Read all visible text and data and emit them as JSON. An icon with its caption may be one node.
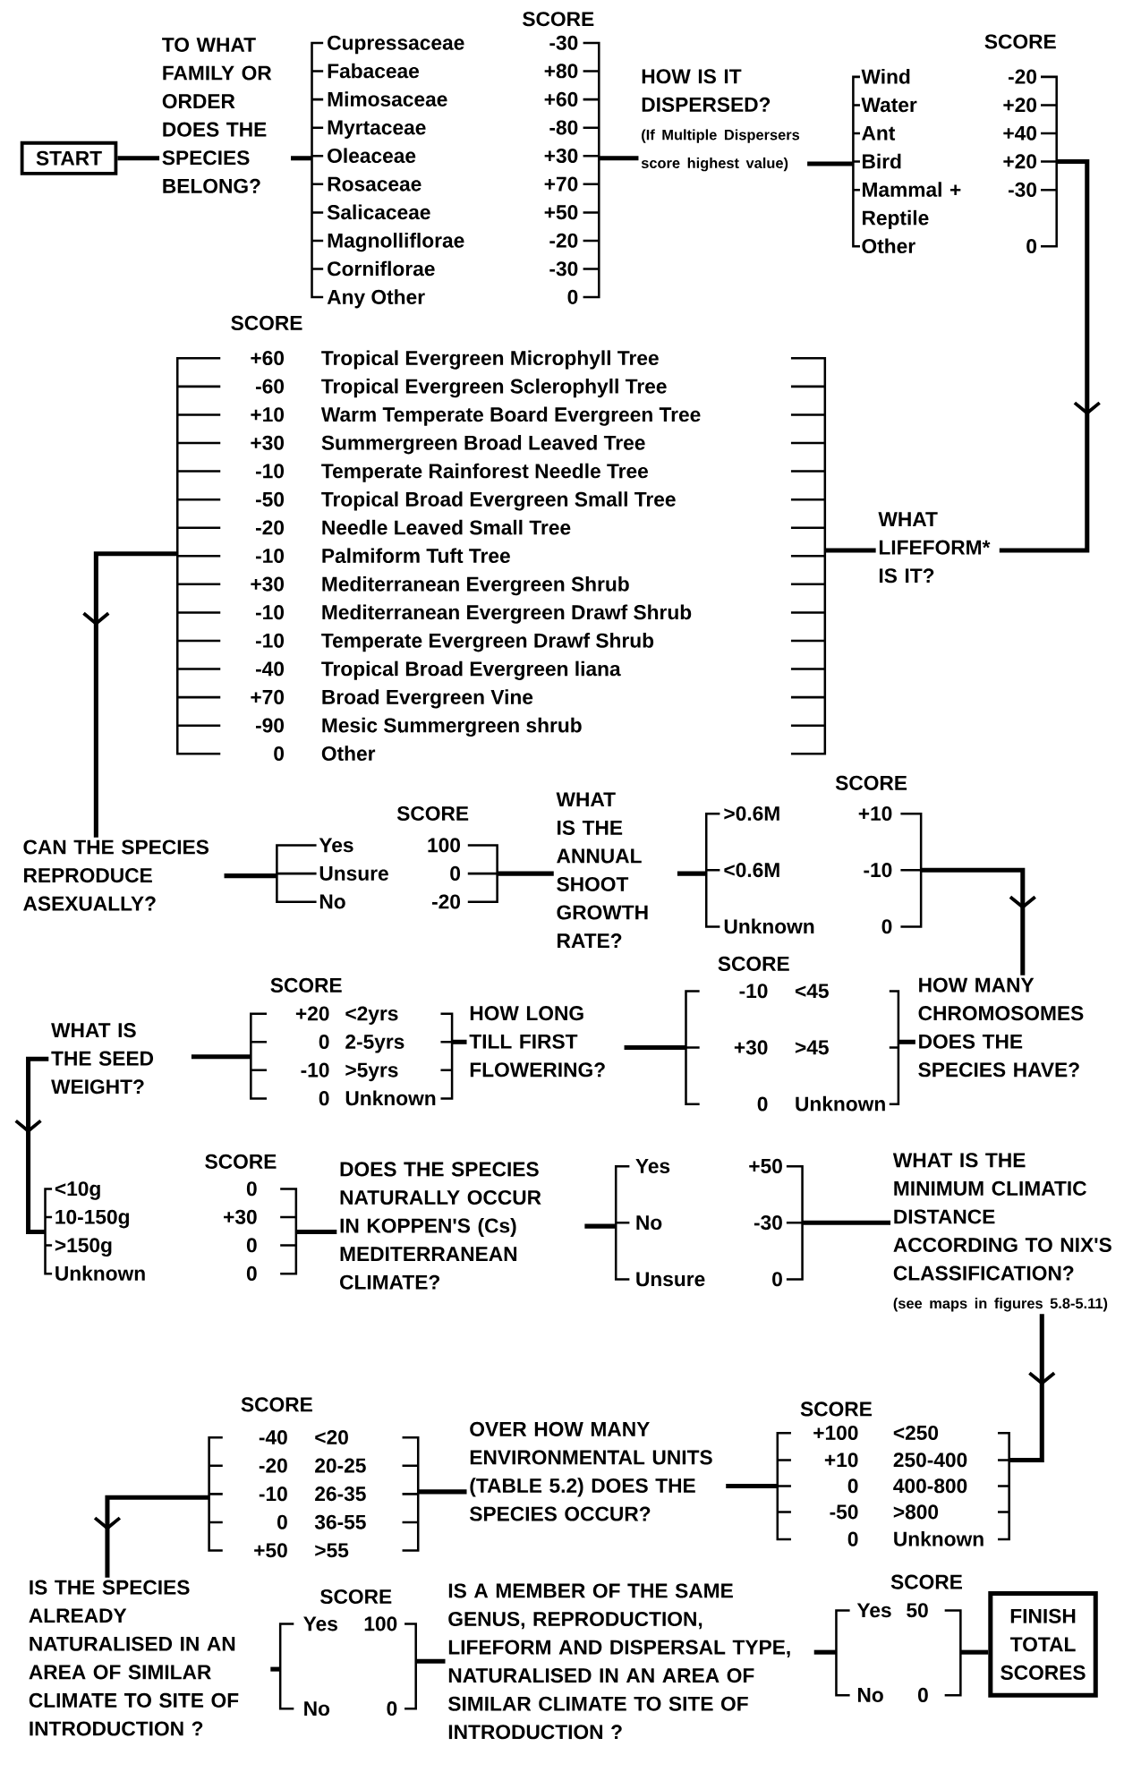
{
  "diagram": {
    "nodes": [
      {
        "text": [
          "START"
        ]
      },
      {
        "text": [
          "TO WHAT FAMILY OR ORDER DOES THE SPECIES BELONG?"
        ]
      },
      {
        "text": [
          "SCORE",
          "Cupressaceae",
          "-30",
          "Fabaceae",
          "+80",
          "Mimosaceae",
          "+60",
          "Myrtaceae",
          "-80",
          "Oleaceae",
          "+30",
          "Rosaceae",
          "+70",
          "Salicaceae",
          "+50",
          "Magnolliflorae",
          "-20",
          "Corniflorae",
          "-30",
          "Any Other",
          "0"
        ]
      },
      {
        "text": [
          "HOW IS IT DISPERSED?",
          "(If Multiple Dispersers score highest value)"
        ]
      },
      {
        "text": [
          "SCORE",
          "Wind",
          "-20",
          "Water",
          "+20",
          "Ant",
          "+40",
          "Bird",
          "+20",
          "Mammal + Reptile",
          "-30",
          "Other",
          "0"
        ]
      },
      {
        "text": [
          "WHAT LIFEFORM* IS IT?"
        ]
      },
      {
        "text": [
          "SCORE",
          "+60",
          "Tropical Evergreen Microphyll Tree",
          "-60",
          "Tropical Evergreen Sclerophyll Tree",
          "+10",
          "Warm Temperate Board Evergreen Tree",
          "+30",
          "Summergreen Broad Leaved Tree",
          "-10",
          "Temperate Rainforest Needle Tree",
          "-50",
          "Tropical Broad Evergreen Small Tree",
          "-20",
          "Needle Leaved Small Tree",
          "-10",
          "Palmiform Tuft Tree",
          "+30",
          "Mediterranean Evergreen Shrub",
          "-10",
          "Mediterranean Evergreen Drawf Shrub",
          "-10",
          "Temperate Evergreen Drawf Shrub",
          "-40",
          "Tropical Broad Evergreen liana",
          "+70",
          "Broad Evergreen Vine",
          "-90",
          "Mesic Summergreen shrub",
          "0",
          "Other"
        ]
      },
      {
        "text": [
          "CAN THE SPECIES REPRODUCE ASEXUALLY?"
        ]
      },
      {
        "text": [
          "SCORE",
          "Yes",
          "100",
          "Unsure",
          "0",
          "No",
          "-20"
        ]
      },
      {
        "text": [
          "WHAT IS THE ANNUAL SHOOT GROWTH RATE?"
        ]
      },
      {
        "text": [
          "SCORE",
          ">0.6M",
          "+10",
          "<0.6M",
          "-10",
          "Unknown",
          "0"
        ]
      },
      {
        "text": [
          "HOW MANY CHROMOSOMES DOES THE SPECIES HAVE?"
        ]
      },
      {
        "text": [
          "SCORE",
          "-10",
          "<45",
          "+30",
          ">45",
          "0",
          "Unknown"
        ]
      },
      {
        "text": [
          "HOW LONG TILL FIRST FLOWERING?"
        ]
      },
      {
        "text": [
          "SCORE",
          "+20",
          "<2yrs",
          "0",
          "2-5yrs",
          "-10",
          ">5yrs",
          "0",
          "Unknown"
        ]
      },
      {
        "text": [
          "WHAT IS THE SEED WEIGHT?"
        ]
      },
      {
        "text": [
          "SCORE",
          "<10g",
          "0",
          "10-150g",
          "+30",
          ">150g",
          "0",
          "Unknown",
          "0"
        ]
      },
      {
        "text": [
          "DOES THE SPECIES NATURALLY OCCUR IN KOPPEN'S (Cs) MEDITERRANEAN CLIMATE?"
        ]
      },
      {
        "text": [
          "Yes",
          "+50",
          "No",
          "-30",
          "Unsure",
          "0"
        ]
      },
      {
        "text": [
          "WHAT IS THE MINIMUM CLIMATIC DISTANCE ACCORDING TO NIX'S CLASSIFICATION?",
          "(see maps in figures 5.8-5.11)"
        ]
      },
      {
        "text": [
          "SCORE",
          "+100",
          "<250",
          "+10",
          "250-400",
          "0",
          "400-800",
          "-50",
          ">800",
          "0",
          "Unknown"
        ]
      },
      {
        "text": [
          "OVER HOW MANY ENVIRONMENTAL UNITS (TABLE 5.2) DOES THE SPECIES OCCUR?"
        ]
      },
      {
        "text": [
          "SCORE",
          "-40",
          "<20",
          "-20",
          "20-25",
          "-10",
          "26-35",
          "0",
          "36-55",
          "+50",
          ">55"
        ]
      },
      {
        "text": [
          "IS THE SPECIES ALREADY NATURALISED IN AN AREA OF SIMILAR CLIMATE TO SITE OF INTRODUCTION ?"
        ]
      },
      {
        "text": [
          "SCORE",
          "Yes",
          "100",
          "No",
          "0"
        ]
      },
      {
        "text": [
          "IS A MEMBER OF THE SAME GENUS, REPRODUCTION, LIFEFORM AND DISPERSAL TYPE, NATURALISED IN AN AREA OF SIMILAR CLIMATE TO SITE OF INTRODUCTION ?"
        ]
      },
      {
        "text": [
          "SCORE",
          "Yes",
          "50",
          "No",
          "0"
        ]
      },
      {
        "text": [
          "FINISH TOTAL SCORES"
        ]
      }
    ],
    "edges": [
      {
        "from": 0,
        "to": 1,
        "arrow": "none"
      },
      {
        "from": 1,
        "to": 2,
        "arrow": "none"
      },
      {
        "from": 2,
        "to": 3,
        "arrow": "none"
      },
      {
        "from": 3,
        "to": 4,
        "arrow": "none"
      },
      {
        "from": 4,
        "to": 5,
        "arrow": "to"
      },
      {
        "from": 5,
        "to": 6,
        "arrow": "none"
      },
      {
        "from": 6,
        "to": 7,
        "arrow": "to"
      },
      {
        "from": 7,
        "to": 8,
        "arrow": "none"
      },
      {
        "from": 8,
        "to": 9,
        "arrow": "none"
      },
      {
        "from": 9,
        "to": 10,
        "arrow": "none"
      },
      {
        "from": 10,
        "to": 11,
        "arrow": "to"
      },
      {
        "from": 11,
        "to": 12,
        "arrow": "none"
      },
      {
        "from": 12,
        "to": 13,
        "arrow": "none"
      },
      {
        "from": 13,
        "to": 14,
        "arrow": "none"
      },
      {
        "from": 14,
        "to": 15,
        "arrow": "none"
      },
      {
        "from": 15,
        "to": 16,
        "arrow": "to"
      },
      {
        "from": 16,
        "to": 17,
        "arrow": "none"
      },
      {
        "from": 17,
        "to": 18,
        "arrow": "none"
      },
      {
        "from": 18,
        "to": 19,
        "arrow": "none"
      },
      {
        "from": 19,
        "to": 20,
        "arrow": "to"
      },
      {
        "from": 20,
        "to": 21,
        "arrow": "none"
      },
      {
        "from": 21,
        "to": 22,
        "arrow": "none"
      },
      {
        "from": 22,
        "to": 23,
        "arrow": "to"
      },
      {
        "from": 23,
        "to": 24,
        "arrow": "none"
      },
      {
        "from": 24,
        "to": 25,
        "arrow": "none"
      },
      {
        "from": 25,
        "to": 26,
        "arrow": "none"
      },
      {
        "from": 26,
        "to": 27,
        "arrow": "none"
      }
    ]
  }
}
